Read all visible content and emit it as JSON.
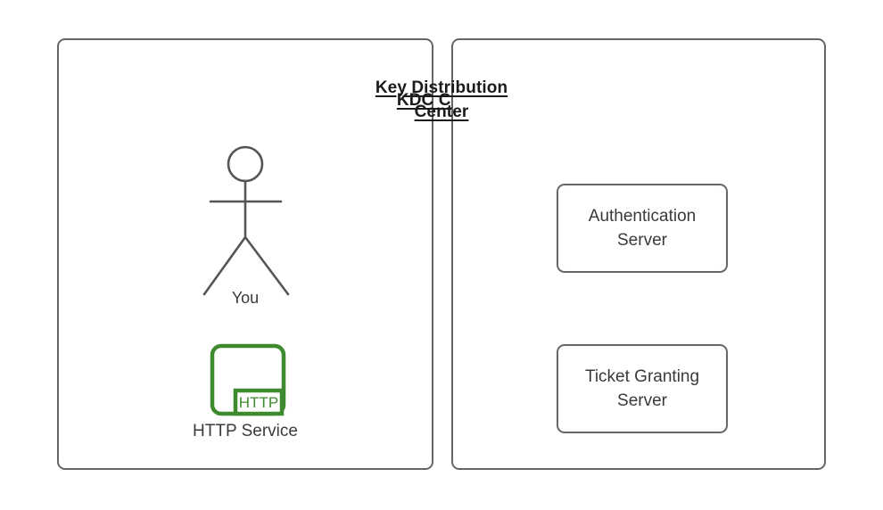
{
  "diagram": {
    "background_color": "#ffffff",
    "stroke_color": "#666666",
    "text_color": "#3a3a3a",
    "title_color": "#1b1b1b",
    "accent_green": "#3d8b2e"
  },
  "panels": [
    {
      "id": "kdc-client",
      "title": "KDC Client",
      "nodes": [
        {
          "id": "you",
          "type": "actor",
          "label": "You"
        },
        {
          "id": "http-service",
          "type": "service-icon",
          "label": "HTTP Service",
          "badge": "HTTP"
        }
      ]
    },
    {
      "id": "key-distribution-center",
      "title_line1": "Key Distribution",
      "title_line2": "Center",
      "nodes": [
        {
          "id": "authentication-server",
          "line1": "Authentication",
          "line2": "Server"
        },
        {
          "id": "ticket-granting-server",
          "line1": "Ticket Granting",
          "line2": "Server"
        }
      ]
    }
  ]
}
